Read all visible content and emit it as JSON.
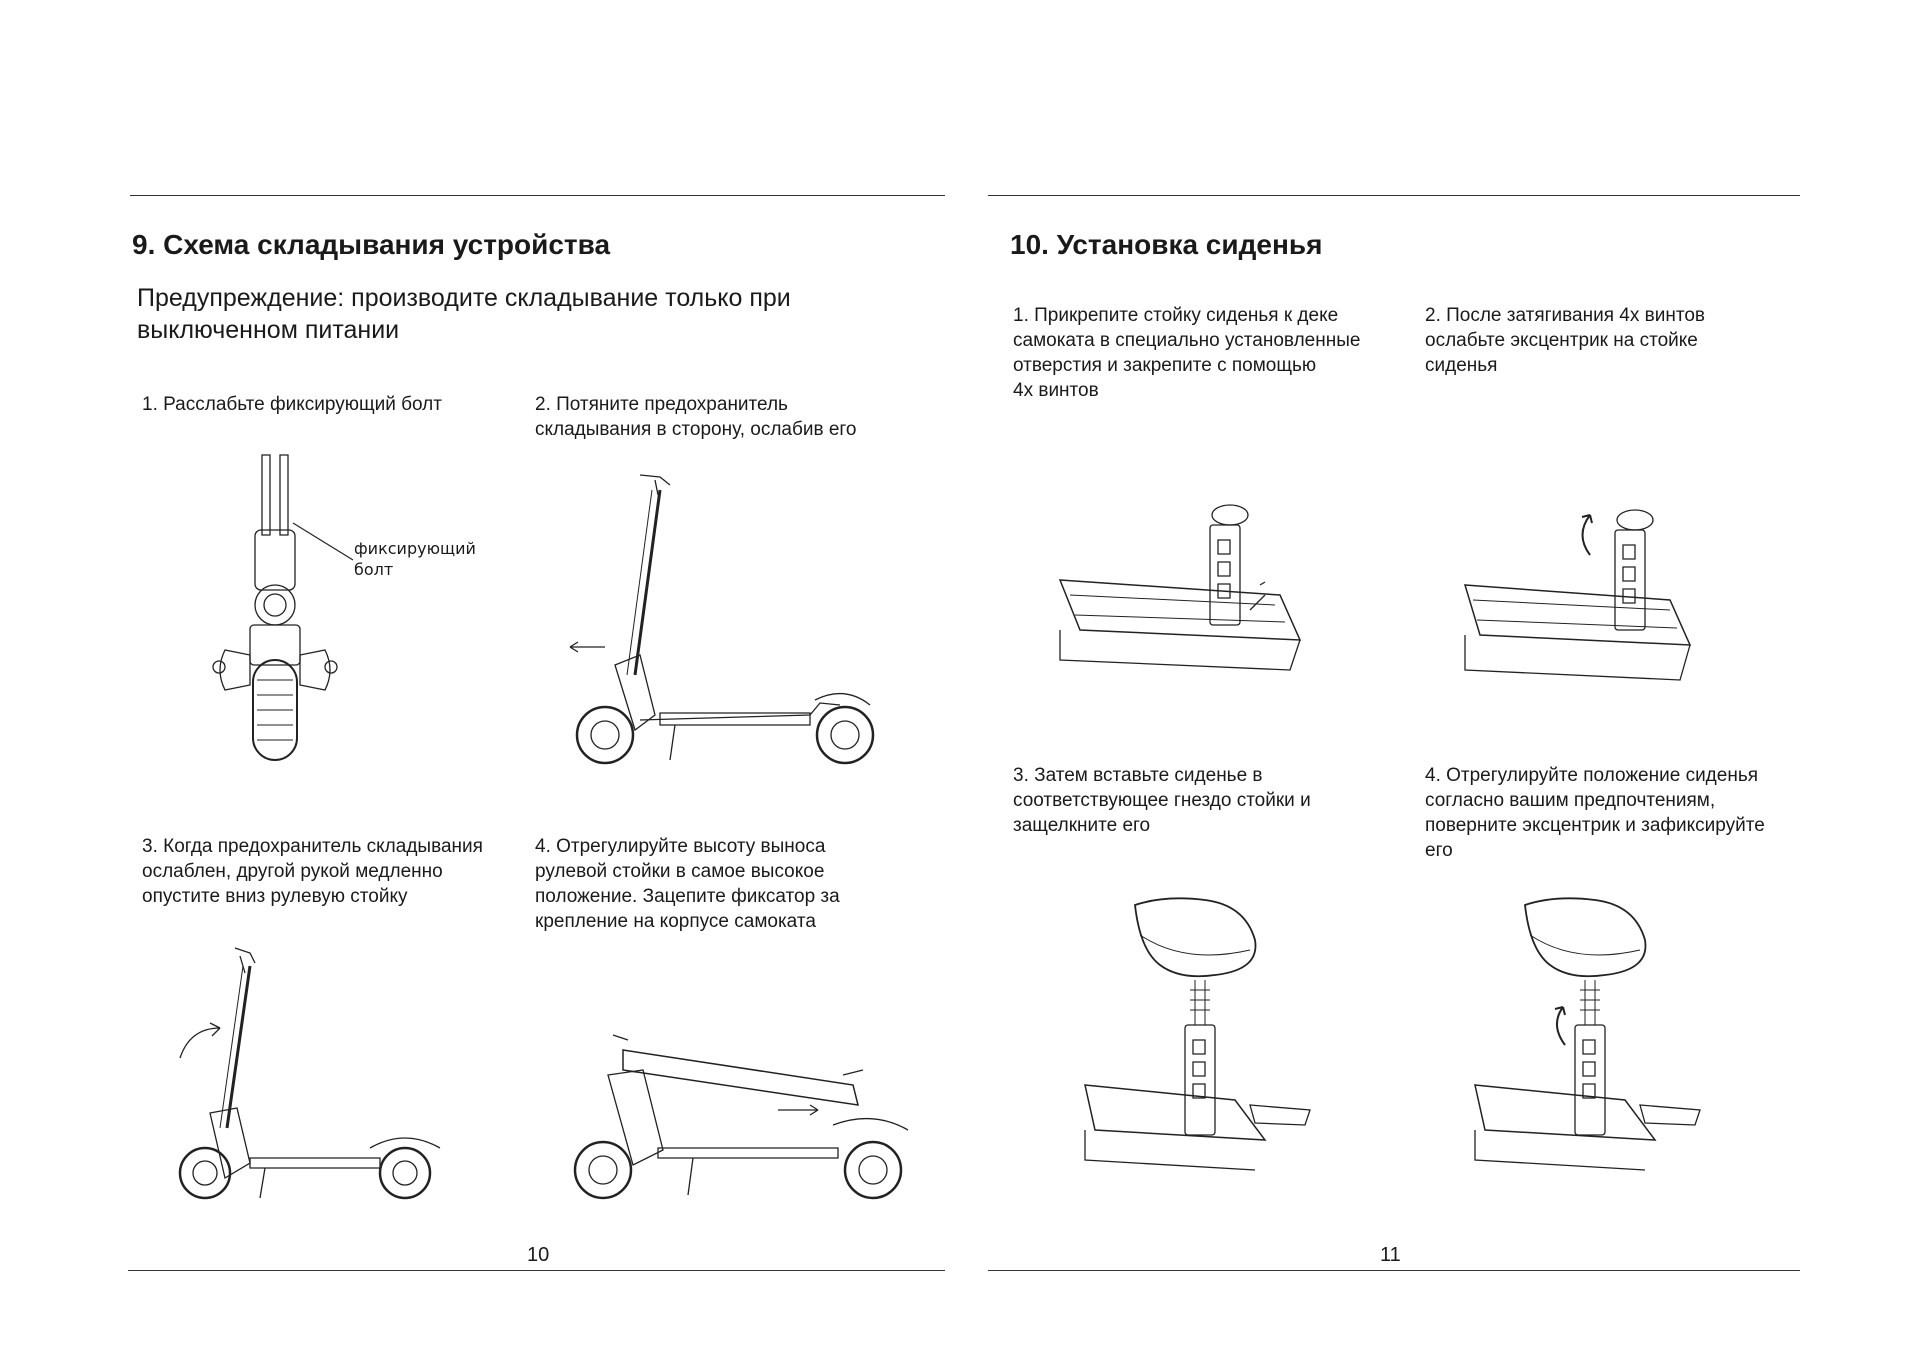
{
  "left": {
    "title": "9. Схема складывания устройства",
    "warning": "Предупреждение: производите складывание только при выключенном питании",
    "steps": [
      {
        "text": "1. Расслабьте фиксирующий болт",
        "callout": "фиксирующий\nболт"
      },
      {
        "text": "2. Потяните предохранитель\nскладывания в сторону, ослабив его"
      },
      {
        "text": "3. Когда предохранитель складывания\n ослаблен, другой рукой медленно\nопустите вниз рулевую стойку"
      },
      {
        "text": "4. Отрегулируйте высоту выноса\nрулевой стойки в самое высокое\nположение. Зацепите фиксатор за\nкрепление на корпусе самоката"
      }
    ],
    "page_number": "10"
  },
  "right": {
    "title": "10. Установка сиденья",
    "steps": [
      {
        "text": "1. Прикрепите стойку сиденья к деке\nсамоката в специально установленные\nотверстия и закрепите с помощью\n4х винтов"
      },
      {
        "text": "2. После затягивания 4х винтов\nослабьте эксцентрик на стойке\nсиденья"
      },
      {
        "text": "3. Затем вставьте сиденье в\nсоответствующее гнездо стойки и\nзащелкните его"
      },
      {
        "text": "4. Отрегулируйте положение сиденья\nсогласно вашим предпочтениям,\nповерните эксцентрик и зафиксируйте\nего"
      }
    ],
    "page_number": "11"
  }
}
